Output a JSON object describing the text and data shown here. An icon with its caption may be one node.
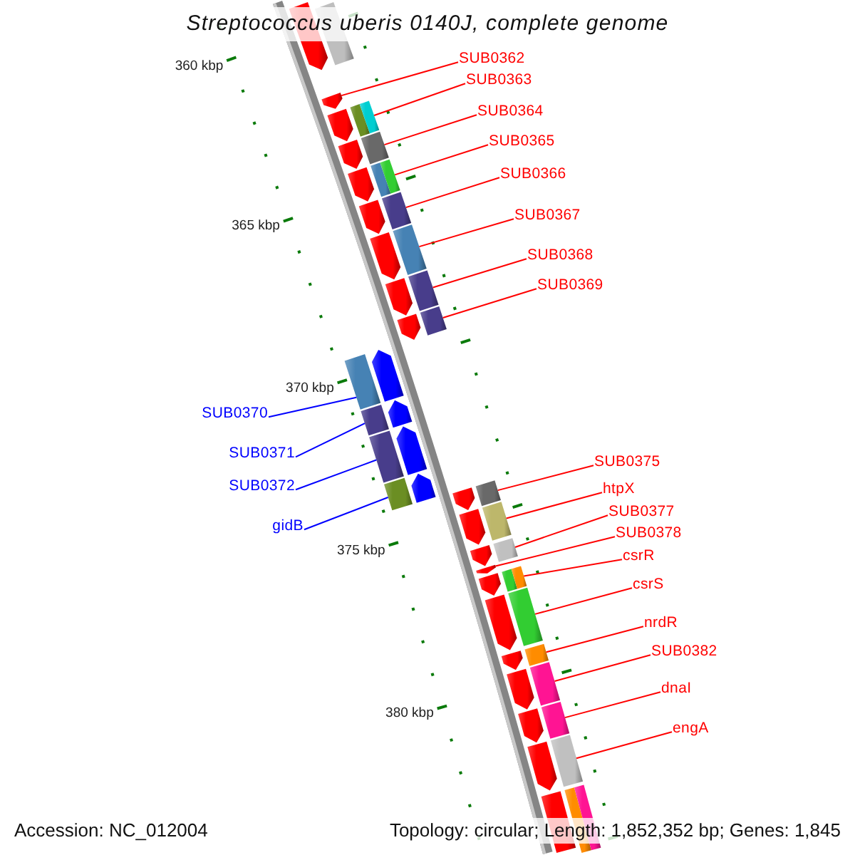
{
  "diagram": {
    "title": "Streptococcus uberis 0140J, complete genome",
    "nodes": [
      {
        "text": [],
        "shape": "pentagon"
      },
      {
        "text": [],
        "shape": "bar"
      },
      {
        "text": [
          "SUB0362"
        ]
      },
      {
        "text": [],
        "shape": "pentagon"
      },
      {
        "text": [
          "SUB0363"
        ]
      },
      {
        "text": [],
        "shape": "pentagon"
      },
      {
        "text": [],
        "shape": "bar"
      },
      {
        "text": [
          "SUB0364"
        ]
      },
      {
        "text": [],
        "shape": "pentagon"
      },
      {
        "text": [],
        "shape": "bar"
      },
      {
        "text": [
          "SUB0365"
        ]
      },
      {
        "text": [],
        "shape": "pentagon"
      },
      {
        "text": [],
        "shape": "bar"
      },
      {
        "text": [
          "SUB0366"
        ]
      },
      {
        "text": [],
        "shape": "pentagon"
      },
      {
        "text": [],
        "shape": "bar"
      },
      {
        "text": [
          "SUB0367"
        ]
      },
      {
        "text": [],
        "shape": "pentagon"
      },
      {
        "text": [],
        "shape": "bar"
      },
      {
        "text": [
          "SUB0368"
        ]
      },
      {
        "text": [],
        "shape": "pentagon"
      },
      {
        "text": [],
        "shape": "bar"
      },
      {
        "text": [
          "SUB0369"
        ]
      },
      {
        "text": [],
        "shape": "pentagon"
      },
      {
        "text": [],
        "shape": "bar"
      },
      {
        "text": [
          "SUB0370"
        ]
      },
      {
        "text": [],
        "shape": "pentagon"
      },
      {
        "text": [],
        "shape": "bar"
      },
      {
        "text": [
          "SUB0371"
        ]
      },
      {
        "text": [],
        "shape": "pentagon"
      },
      {
        "text": [],
        "shape": "bar"
      },
      {
        "text": [
          "SUB0372"
        ]
      },
      {
        "text": [],
        "shape": "pentagon"
      },
      {
        "text": [],
        "shape": "bar"
      },
      {
        "text": [
          "gidB"
        ]
      },
      {
        "text": [],
        "shape": "pentagon"
      },
      {
        "text": [],
        "shape": "bar"
      },
      {
        "text": [
          "SUB0375"
        ]
      },
      {
        "text": [],
        "shape": "pentagon"
      },
      {
        "text": [],
        "shape": "bar"
      },
      {
        "text": [
          "htpX"
        ]
      },
      {
        "text": [],
        "shape": "pentagon"
      },
      {
        "text": [],
        "shape": "bar"
      },
      {
        "text": [
          "SUB0377"
        ]
      },
      {
        "text": [],
        "shape": "pentagon"
      },
      {
        "text": [],
        "shape": "bar"
      },
      {
        "text": [
          "SUB0378"
        ]
      },
      {
        "text": [],
        "shape": "pentagon"
      },
      {
        "text": [
          "csrR"
        ]
      },
      {
        "text": [],
        "shape": "pentagon"
      },
      {
        "text": [],
        "shape": "bar"
      },
      {
        "text": [
          "csrS"
        ]
      },
      {
        "text": [],
        "shape": "pentagon"
      },
      {
        "text": [],
        "shape": "bar"
      },
      {
        "text": [
          "nrdR"
        ]
      },
      {
        "text": [],
        "shape": "pentagon"
      },
      {
        "text": [],
        "shape": "bar"
      },
      {
        "text": [
          "SUB0382"
        ]
      },
      {
        "text": [],
        "shape": "pentagon"
      },
      {
        "text": [],
        "shape": "bar"
      },
      {
        "text": [
          "dnaI"
        ]
      },
      {
        "text": [],
        "shape": "pentagon"
      },
      {
        "text": [],
        "shape": "bar"
      },
      {
        "text": [
          "engA"
        ]
      },
      {
        "text": [],
        "shape": "pentagon"
      },
      {
        "text": [],
        "shape": "bar"
      },
      {
        "text": [],
        "shape": "pentagon"
      },
      {
        "text": [],
        "shape": "bar"
      }
    ],
    "edges": [
      {
        "from": 2,
        "to": 3,
        "arrow": "none"
      },
      {
        "from": 4,
        "to": 6,
        "arrow": "none"
      },
      {
        "from": 7,
        "to": 9,
        "arrow": "none"
      },
      {
        "from": 10,
        "to": 12,
        "arrow": "none"
      },
      {
        "from": 13,
        "to": 15,
        "arrow": "none"
      },
      {
        "from": 16,
        "to": 18,
        "arrow": "none"
      },
      {
        "from": 19,
        "to": 21,
        "arrow": "none"
      },
      {
        "from": 22,
        "to": 24,
        "arrow": "none"
      },
      {
        "from": 25,
        "to": 27,
        "arrow": "none",
        "color": "#0000ff"
      },
      {
        "from": 28,
        "to": 30,
        "arrow": "none",
        "color": "#0000ff"
      },
      {
        "from": 31,
        "to": 33,
        "arrow": "none",
        "color": "#0000ff"
      },
      {
        "from": 34,
        "to": 36,
        "arrow": "none",
        "color": "#0000ff"
      },
      {
        "from": 37,
        "to": 39,
        "arrow": "none"
      },
      {
        "from": 40,
        "to": 42,
        "arrow": "none"
      },
      {
        "from": 43,
        "to": 45,
        "arrow": "none"
      },
      {
        "from": 46,
        "to": 47,
        "arrow": "none"
      },
      {
        "from": 48,
        "to": 50,
        "arrow": "none"
      },
      {
        "from": 51,
        "to": 53,
        "arrow": "none"
      },
      {
        "from": 54,
        "to": 56,
        "arrow": "none"
      },
      {
        "from": 57,
        "to": 59,
        "arrow": "none"
      },
      {
        "from": 60,
        "to": 62,
        "arrow": "none"
      },
      {
        "from": 63,
        "to": 65,
        "arrow": "none"
      }
    ],
    "labels": [
      "360 kbp",
      "365 kbp",
      "370 kbp",
      "375 kbp",
      "380 kbp",
      "Accession: NC_012004",
      "Topology: circular; Length: 1,852,352 bp; Genes: 1,845"
    ]
  }
}
